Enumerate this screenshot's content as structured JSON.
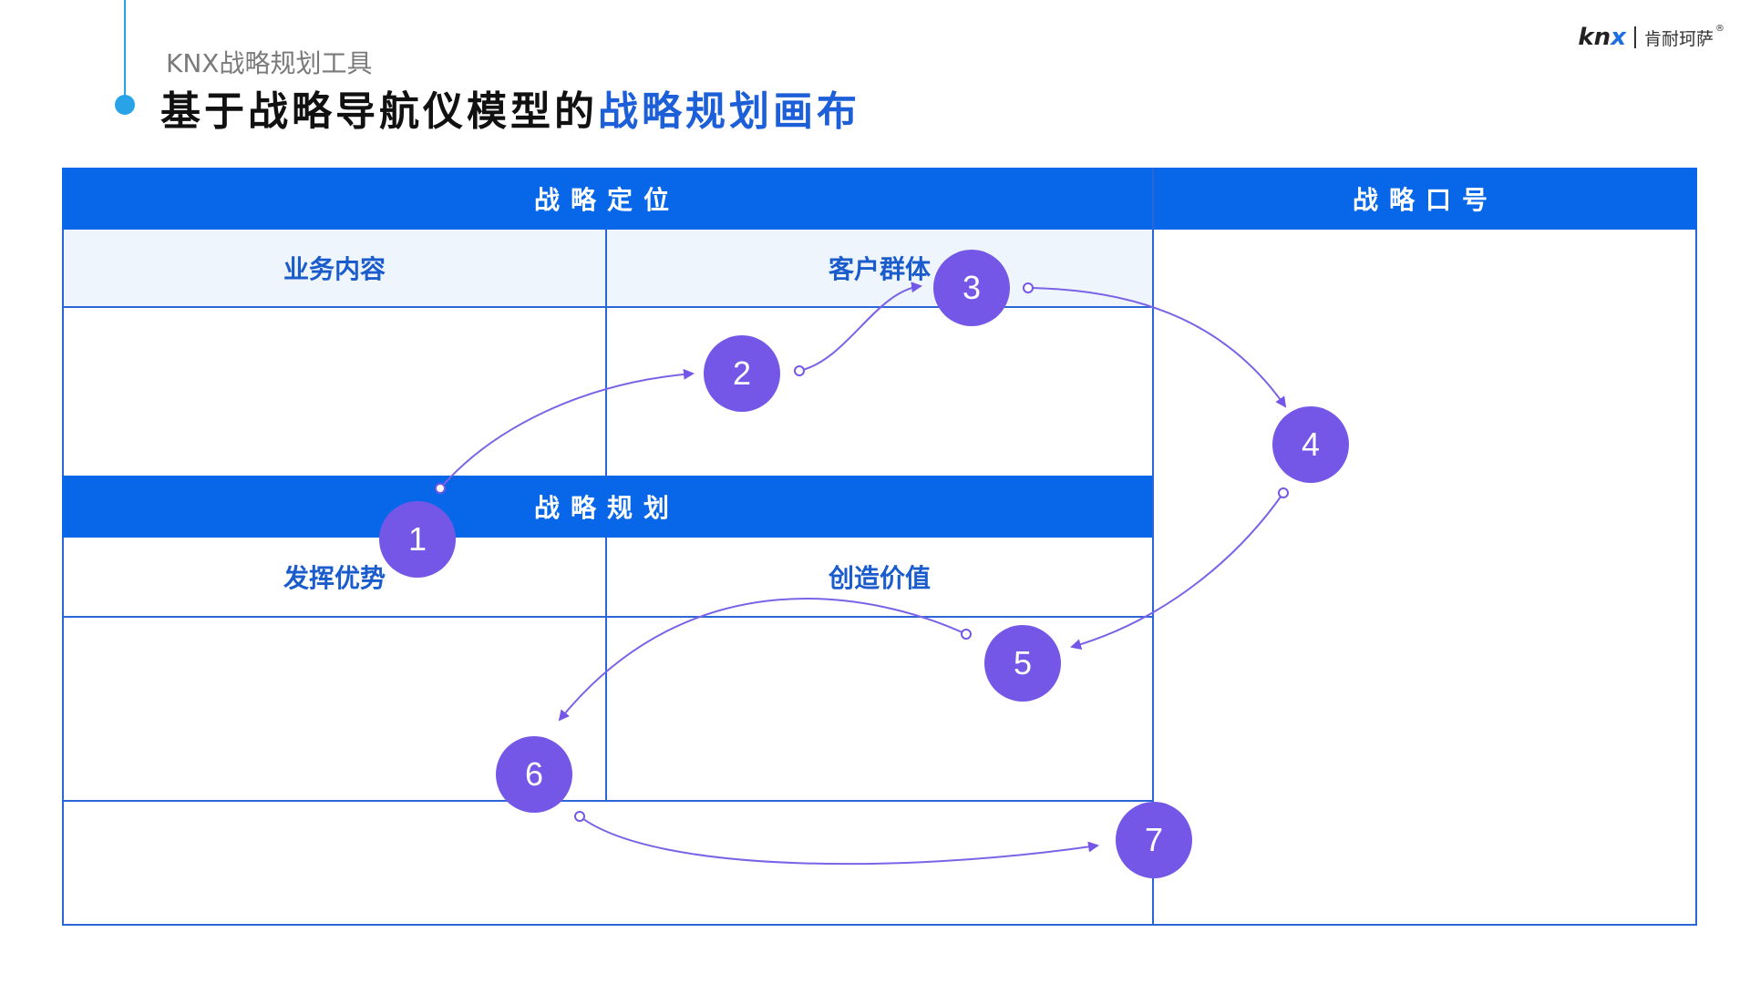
{
  "header": {
    "subtitle": "KNX战略规划工具",
    "title_main": "基于战略导航仪模型的",
    "title_highlight": "战略规划画布",
    "logo_latin_k": "kn",
    "logo_latin_x": "x",
    "logo_chinese": "肯耐珂萨",
    "logo_reg": "®"
  },
  "canvas": {
    "section_positioning": "战略定位",
    "section_slogan": "战略口号",
    "section_planning": "战略规划",
    "col_business": "业务内容",
    "col_customers": "客户群体",
    "col_advantage": "发挥优势",
    "col_value": "创造价值"
  },
  "steps": [
    "1",
    "2",
    "3",
    "4",
    "5",
    "6",
    "7"
  ],
  "colors": {
    "band_blue": "#0767e8",
    "line_blue": "#2a66d6",
    "node_purple": "#7557e8",
    "accent_cyan": "#29a3e8",
    "title_highlight": "#1c5fd8"
  }
}
